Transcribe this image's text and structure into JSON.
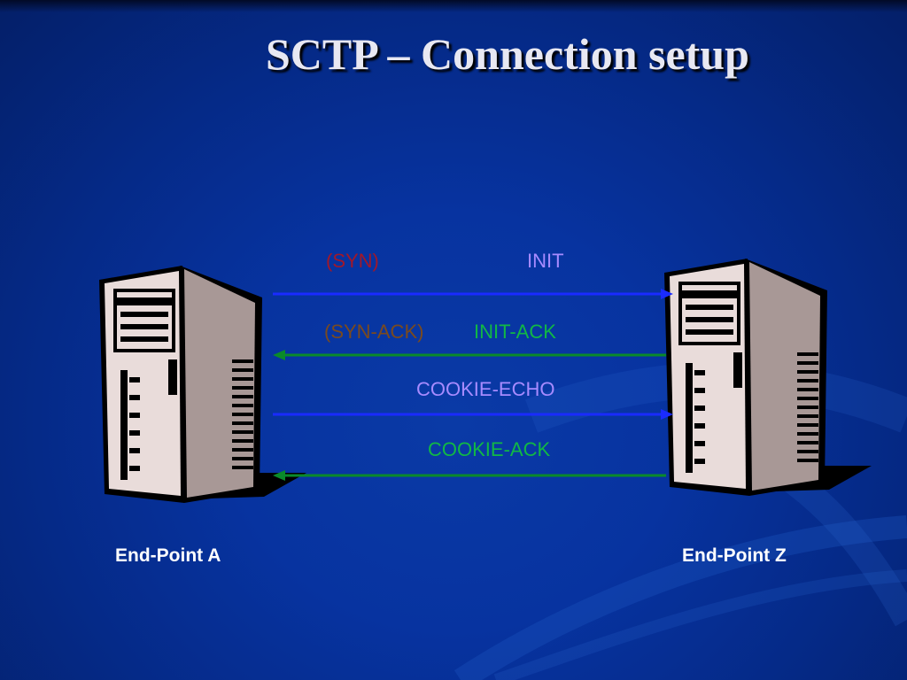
{
  "slide": {
    "title": "SCTP – Connection setup"
  },
  "messages": {
    "syn": "(SYN)",
    "init": "INIT",
    "syn_ack": "(SYN-ACK)",
    "init_ack": "INIT-ACK",
    "cookie_echo": "COOKIE-ECHO",
    "cookie_ack": "COOKIE-ACK"
  },
  "endpoints": {
    "a": "End-Point A",
    "z": "End-Point Z"
  },
  "colors": {
    "forward_arrow": "#1a2bff",
    "return_arrow": "#0a8a2a",
    "syn_text": "#a0182a",
    "init_text": "#a78bff",
    "syn_ack_text": "#7a4a1e",
    "ack_text": "#11b845"
  }
}
